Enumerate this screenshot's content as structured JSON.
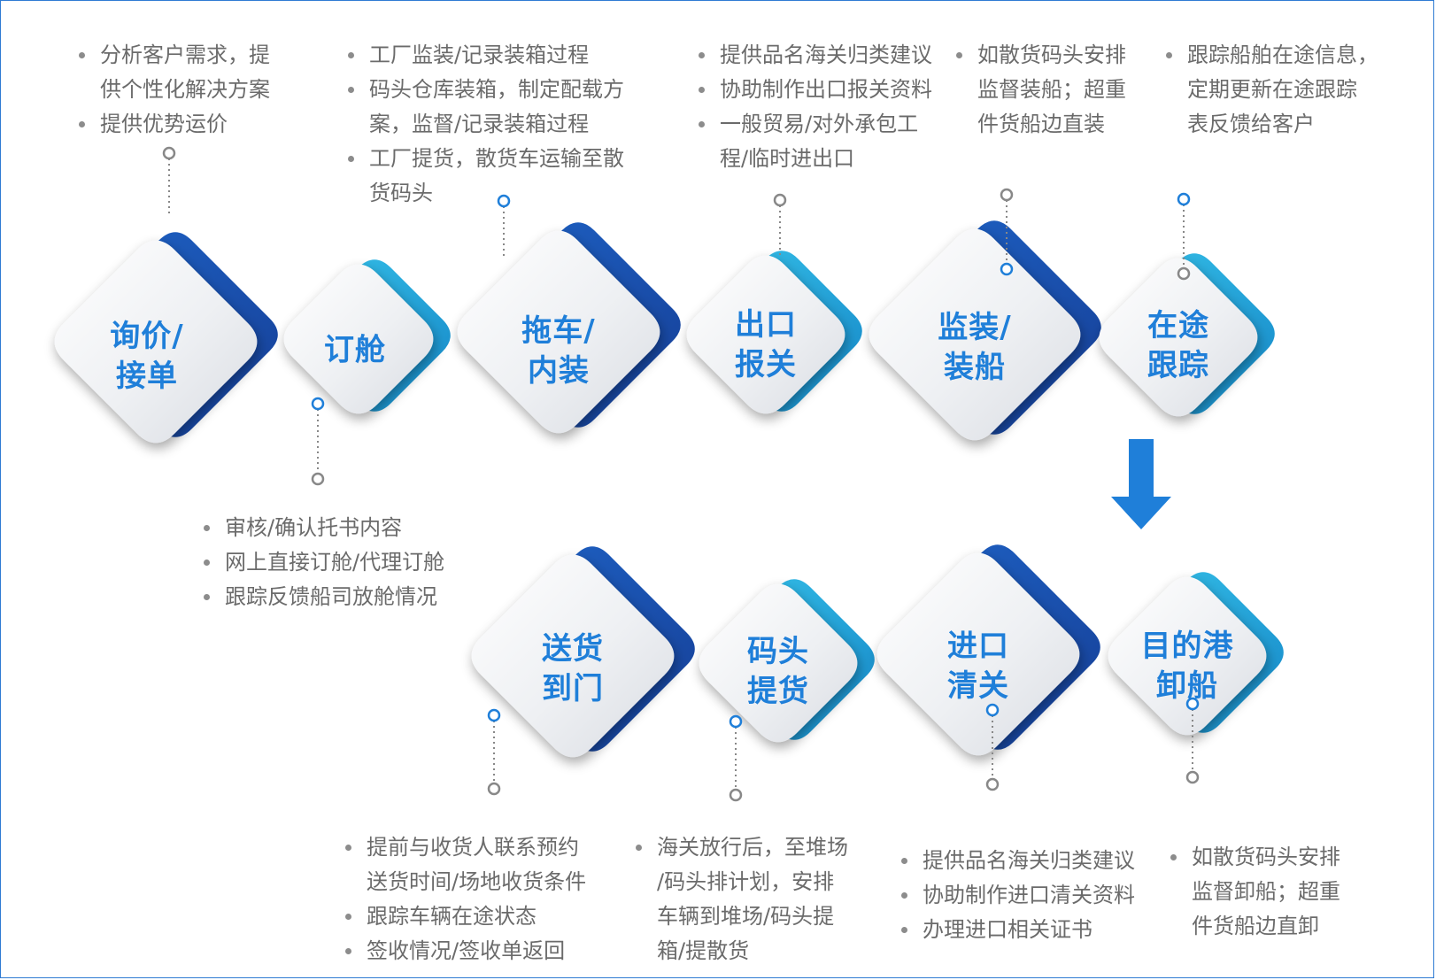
{
  "colors": {
    "primary_blue": "#1f7fd9",
    "dark_blue": "#1a55b5",
    "cyan_blue": "#23a8dc",
    "connector_grey": "#888888",
    "text_grey": "#6b6b6b",
    "border": "#2f7bd3"
  },
  "steps": [
    {
      "line1": "询价/",
      "line2": "接单"
    },
    {
      "line1": "订舱",
      "line2": ""
    },
    {
      "line1": "拖车/",
      "line2": "内装"
    },
    {
      "line1": "出口",
      "line2": "报关"
    },
    {
      "line1": "监装/",
      "line2": "装船"
    },
    {
      "line1": "在途",
      "line2": "跟踪"
    },
    {
      "line1": "送货",
      "line2": "到门"
    },
    {
      "line1": "码头",
      "line2": "提货"
    },
    {
      "line1": "进口",
      "line2": "清关"
    },
    {
      "line1": "目的港",
      "line2": "卸船"
    }
  ],
  "notes": [
    [
      "分析客户需求，提",
      "供个性化解决方案",
      "提供优势运价"
    ],
    [
      "审核/确认托书内容",
      "网上直接订舱/代理订舱",
      "跟踪反馈船司放舱情况"
    ],
    [
      "工厂监装/记录装箱过程",
      "码头仓库装箱，制定配载方",
      "案，监督/记录装箱过程",
      "工厂提货，散货车运输至散",
      "货码头"
    ],
    [
      "提供品名海关归类建议",
      "协助制作出口报关资料",
      "一般贸易/对外承包工",
      "程/临时进出口"
    ],
    [
      "如散货码头安排",
      "监督装船；超重",
      "件货船边直装"
    ],
    [
      "跟踪船舶在途信息，",
      "定期更新在途跟踪",
      "表反馈给客户"
    ],
    [
      "提前与收货人联系预约",
      "送货时间/场地收货条件",
      "跟踪车辆在途状态",
      "签收情况/签收单返回"
    ],
    [
      "海关放行后，至堆场",
      "/码头排计划，安排",
      "车辆到堆场/码头提",
      "箱/提散货"
    ],
    [
      "提供品名海关归类建议",
      "协助制作进口清关资料",
      "办理进口相关证书"
    ],
    [
      "如散货码头安排",
      "监督卸船；超重",
      "件货船边直卸"
    ]
  ]
}
